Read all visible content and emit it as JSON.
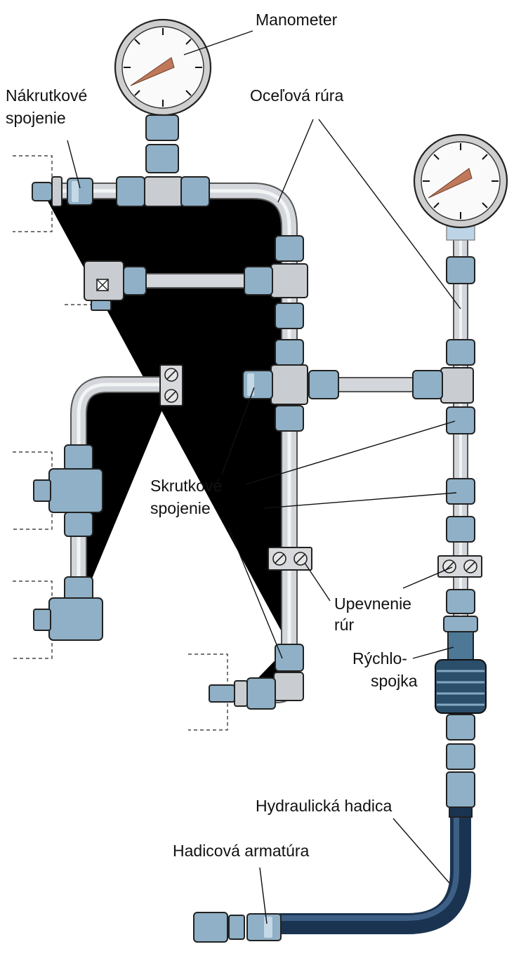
{
  "labels": {
    "manometer": "Manometer",
    "nakrutkove_1": "Nákrutkové",
    "nakrutkove_2": "spojenie",
    "ocelova_rura": "Oceľová rúra",
    "skrutkove_1": "Skrutkové",
    "skrutkove_2": "spojenie",
    "upevnenie_1": "Upevnenie",
    "upevnenie_2": "rúr",
    "rychlo_1": "Rýchlo-",
    "rychlo_2": "spojka",
    "hydraulicka_hadica": "Hydraulická hadica",
    "hadicova_armatura": "Hadicová armatúra"
  },
  "colors": {
    "fitting": "#8fb0c6",
    "pipe": "#d3d6da",
    "hose": "#1a3350",
    "needle": "#c0785a"
  }
}
